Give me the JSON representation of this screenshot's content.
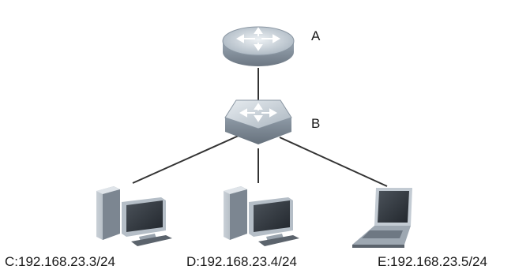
{
  "nodes": {
    "router": {
      "label": "A",
      "icon": "router-icon"
    },
    "switch": {
      "label": "B",
      "icon": "switch-icon"
    }
  },
  "hosts": [
    {
      "label": "C:192.168.23.3/24",
      "icon": "desktop-pc-icon"
    },
    {
      "label": "D:192.168.23.4/24",
      "icon": "desktop-pc-icon"
    },
    {
      "label": "E:192.168.23.5/24",
      "icon": "laptop-icon"
    }
  ],
  "colors": {
    "device_body": "#aeb8c2",
    "device_top": "#d6dde4",
    "device_dark": "#3a4048",
    "link": "#333333"
  }
}
